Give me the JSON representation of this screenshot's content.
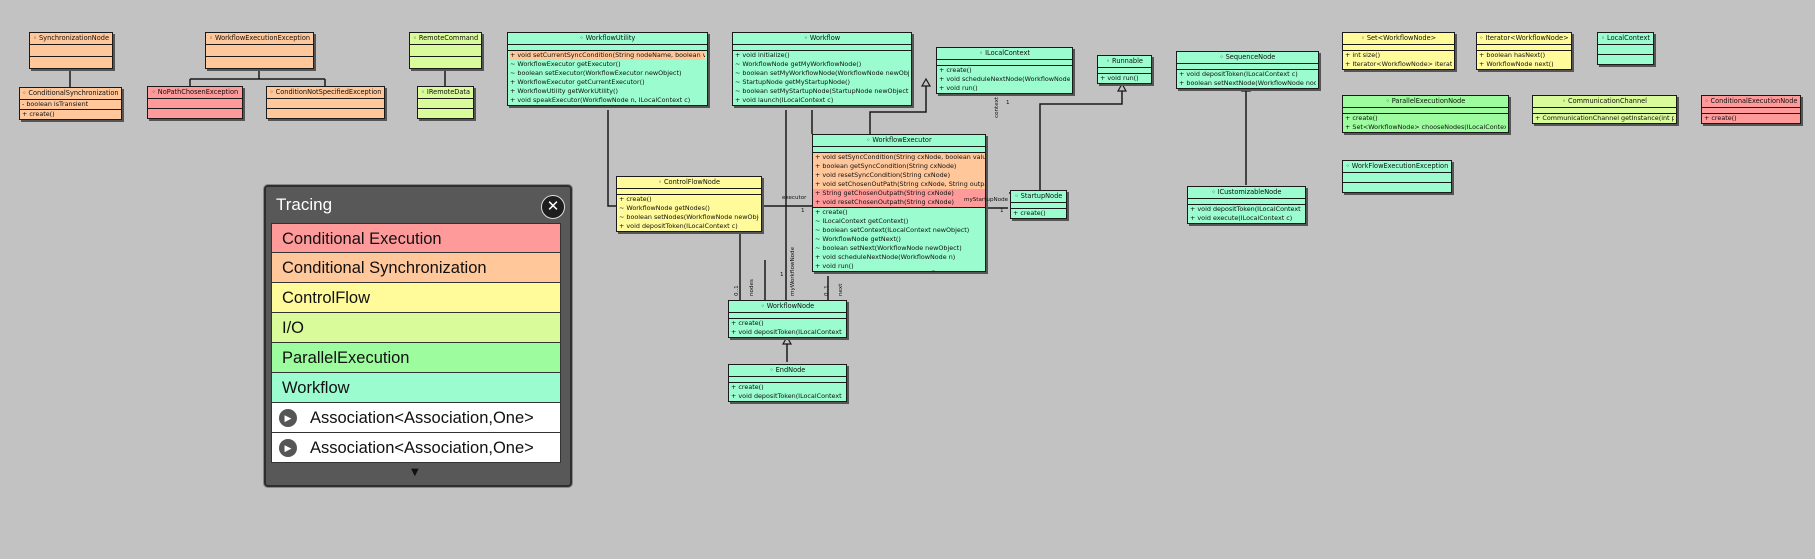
{
  "classes": {
    "synchronization_node": {
      "name": "SynchronizationNode",
      "attrs": [],
      "ops": []
    },
    "conditional_synchronization": {
      "name": "ConditionalSynchronization",
      "attrs": [
        "- boolean isTransient"
      ],
      "ops": [
        "+ create()"
      ]
    },
    "workflow_execution_exception": {
      "name": "WorkflowExecutionException",
      "attrs": [],
      "ops": []
    },
    "no_path_chosen_exception": {
      "name": "NoPathChosenException",
      "attrs": [],
      "ops": []
    },
    "condition_not_specified_exception": {
      "name": "ConditionNotSpecifiedException",
      "attrs": [],
      "ops": []
    },
    "remote_command": {
      "name": "RemoteCommand",
      "attrs": [],
      "ops": []
    },
    "iremote_data": {
      "name": "IRemoteData",
      "attrs": [],
      "ops": []
    },
    "workflow_utility": {
      "name": "WorkflowUtility",
      "attrs": [],
      "ops": [
        "+ void setCurrentSyncCondition(String nodeName, boolean value)",
        "~ WorkflowExecutor getExecutor()",
        "~ boolean setExecutor(WorkflowExecutor newObject)",
        "+ WorkflowExecutor getCurrentExecutor()",
        "+ WorkflowUtility getWorkUtility()",
        "+ void speakExecutor(WorkflowNode n, ILocalContext c)"
      ]
    },
    "workflow": {
      "name": "Workflow",
      "attrs": [],
      "ops": [
        "+ void initialize()",
        "~ WorkflowNode getMyWorkflowNode()",
        "~ boolean setMyWorkflowNode(WorkflowNode newObject)",
        "~ StartupNode getMyStartupNode()",
        "~ boolean setMyStartupNode(StartupNode newObject)",
        "+ void launch(ILocalContext c)"
      ]
    },
    "ilocal_context": {
      "name": "ILocalContext",
      "attrs": [],
      "ops": [
        "+ create()",
        "+ void scheduleNextNode(WorkflowNode n)",
        "+ void run()"
      ]
    },
    "runnable": {
      "name": "Runnable",
      "attrs": [],
      "ops": [
        "+ void run()"
      ]
    },
    "sequence_node": {
      "name": "SequenceNode",
      "attrs": [],
      "ops": [
        "+ void depositToken(ILocalContext c)",
        "+ boolean setNextNode(WorkflowNode node)"
      ]
    },
    "set_workflow_node": {
      "name": "Set<WorkflowNode>",
      "attrs": [],
      "ops": [
        "+ int size()",
        "+ Iterator<WorkflowNode> iterator()"
      ]
    },
    "iterator_workflow_node": {
      "name": "Iterator<WorkflowNode>",
      "attrs": [],
      "ops": [
        "+ boolean hasNext()",
        "+ WorkflowNode next()"
      ]
    },
    "local_context": {
      "name": "LocalContext",
      "attrs": [],
      "ops": []
    },
    "parallel_execution_node": {
      "name": "ParallelExecutionNode",
      "attrs": [],
      "ops": [
        "+ create()",
        "+ Set<WorkflowNode> chooseNodes(ILocalContext c)"
      ]
    },
    "communication_channel": {
      "name": "CommunicationChannel",
      "attrs": [],
      "ops": [
        "+ CommunicationChannel getInstance(int port)"
      ]
    },
    "conditional_execution_node": {
      "name": "ConditionalExecutionNode",
      "attrs": [],
      "ops": [
        "+ create()"
      ]
    },
    "workflow_execution_exception_2": {
      "name": "WorkFlowExecutionException",
      "attrs": [],
      "ops": []
    },
    "workflow_executor": {
      "name": "WorkflowExecutor",
      "attrs": [],
      "ops_orange": [
        "+ void setSyncCondition(String cxNode, boolean value)",
        "+ boolean getSyncCondition(String cxNode)",
        "+ void resetSyncCondition(String cxNode)",
        "+ void setChosenOutPath(String cxNode, String outpath)"
      ],
      "ops_red": [
        "+ String getChosenOutpath(String cxNode)",
        "+ void resetChosenOutpath(String cxNode)"
      ],
      "ops": [
        "+ create()",
        "~ ILocalContext getContext()",
        "~ boolean setContext(ILocalContext newObject)",
        "~ WorkflowNode getNext()",
        "~ boolean setNext(WorkflowNode newObject)",
        "+ void scheduleNextNode(WorkflowNode n)",
        "+ void run()"
      ]
    },
    "control_flow_node": {
      "name": "ControlFlowNode",
      "attrs": [],
      "ops": [
        "+ create()",
        "~ WorkflowNode getNodes()",
        "~ boolean setNodes(WorkflowNode newObject)",
        "+ void depositToken(ILocalContext c)"
      ]
    },
    "startup_node": {
      "name": "StartupNode",
      "attrs": [],
      "ops": [
        "+ create()"
      ]
    },
    "icustomizable_node": {
      "name": "ICustomizableNode",
      "attrs": [],
      "ops": [
        "+ void depositToken(ILocalContext c)",
        "+ void execute(ILocalContext c)"
      ]
    },
    "workflow_node": {
      "name": "WorkflowNode",
      "attrs": [],
      "ops": [
        "+ create()",
        "+ void depositToken(ILocalContext c)"
      ]
    },
    "end_node": {
      "name": "EndNode",
      "attrs": [],
      "ops": [
        "+ create()",
        "+ void depositToken(ILocalContext c)"
      ]
    }
  },
  "labels": {
    "executor": "executor",
    "context": "context",
    "myworkflownode": "myWorkflowNode",
    "mystartupnode": "myStartupNode",
    "nodes": "nodes",
    "next": "next",
    "mult_1": "1",
    "mult_0_1": "0..1",
    "mult_star": "*"
  },
  "tracing": {
    "title": "Tracing",
    "close_glyph": "✕",
    "items": [
      {
        "label": "Conditional Execution",
        "color": "#ff9a9a"
      },
      {
        "label": "Conditional Synchronization",
        "color": "#ffc79a"
      },
      {
        "label": "ControlFlow",
        "color": "#fffa9a"
      },
      {
        "label": "I/O",
        "color": "#d9fb9a"
      },
      {
        "label": "ParallelExecution",
        "color": "#9dfc9d"
      },
      {
        "label": "Workflow",
        "color": "#9afccf"
      }
    ],
    "associations": [
      "Association<Association,One>",
      "Association<Association,One>"
    ],
    "play_icon": "play-icon",
    "scroll_glyph": "▼"
  }
}
